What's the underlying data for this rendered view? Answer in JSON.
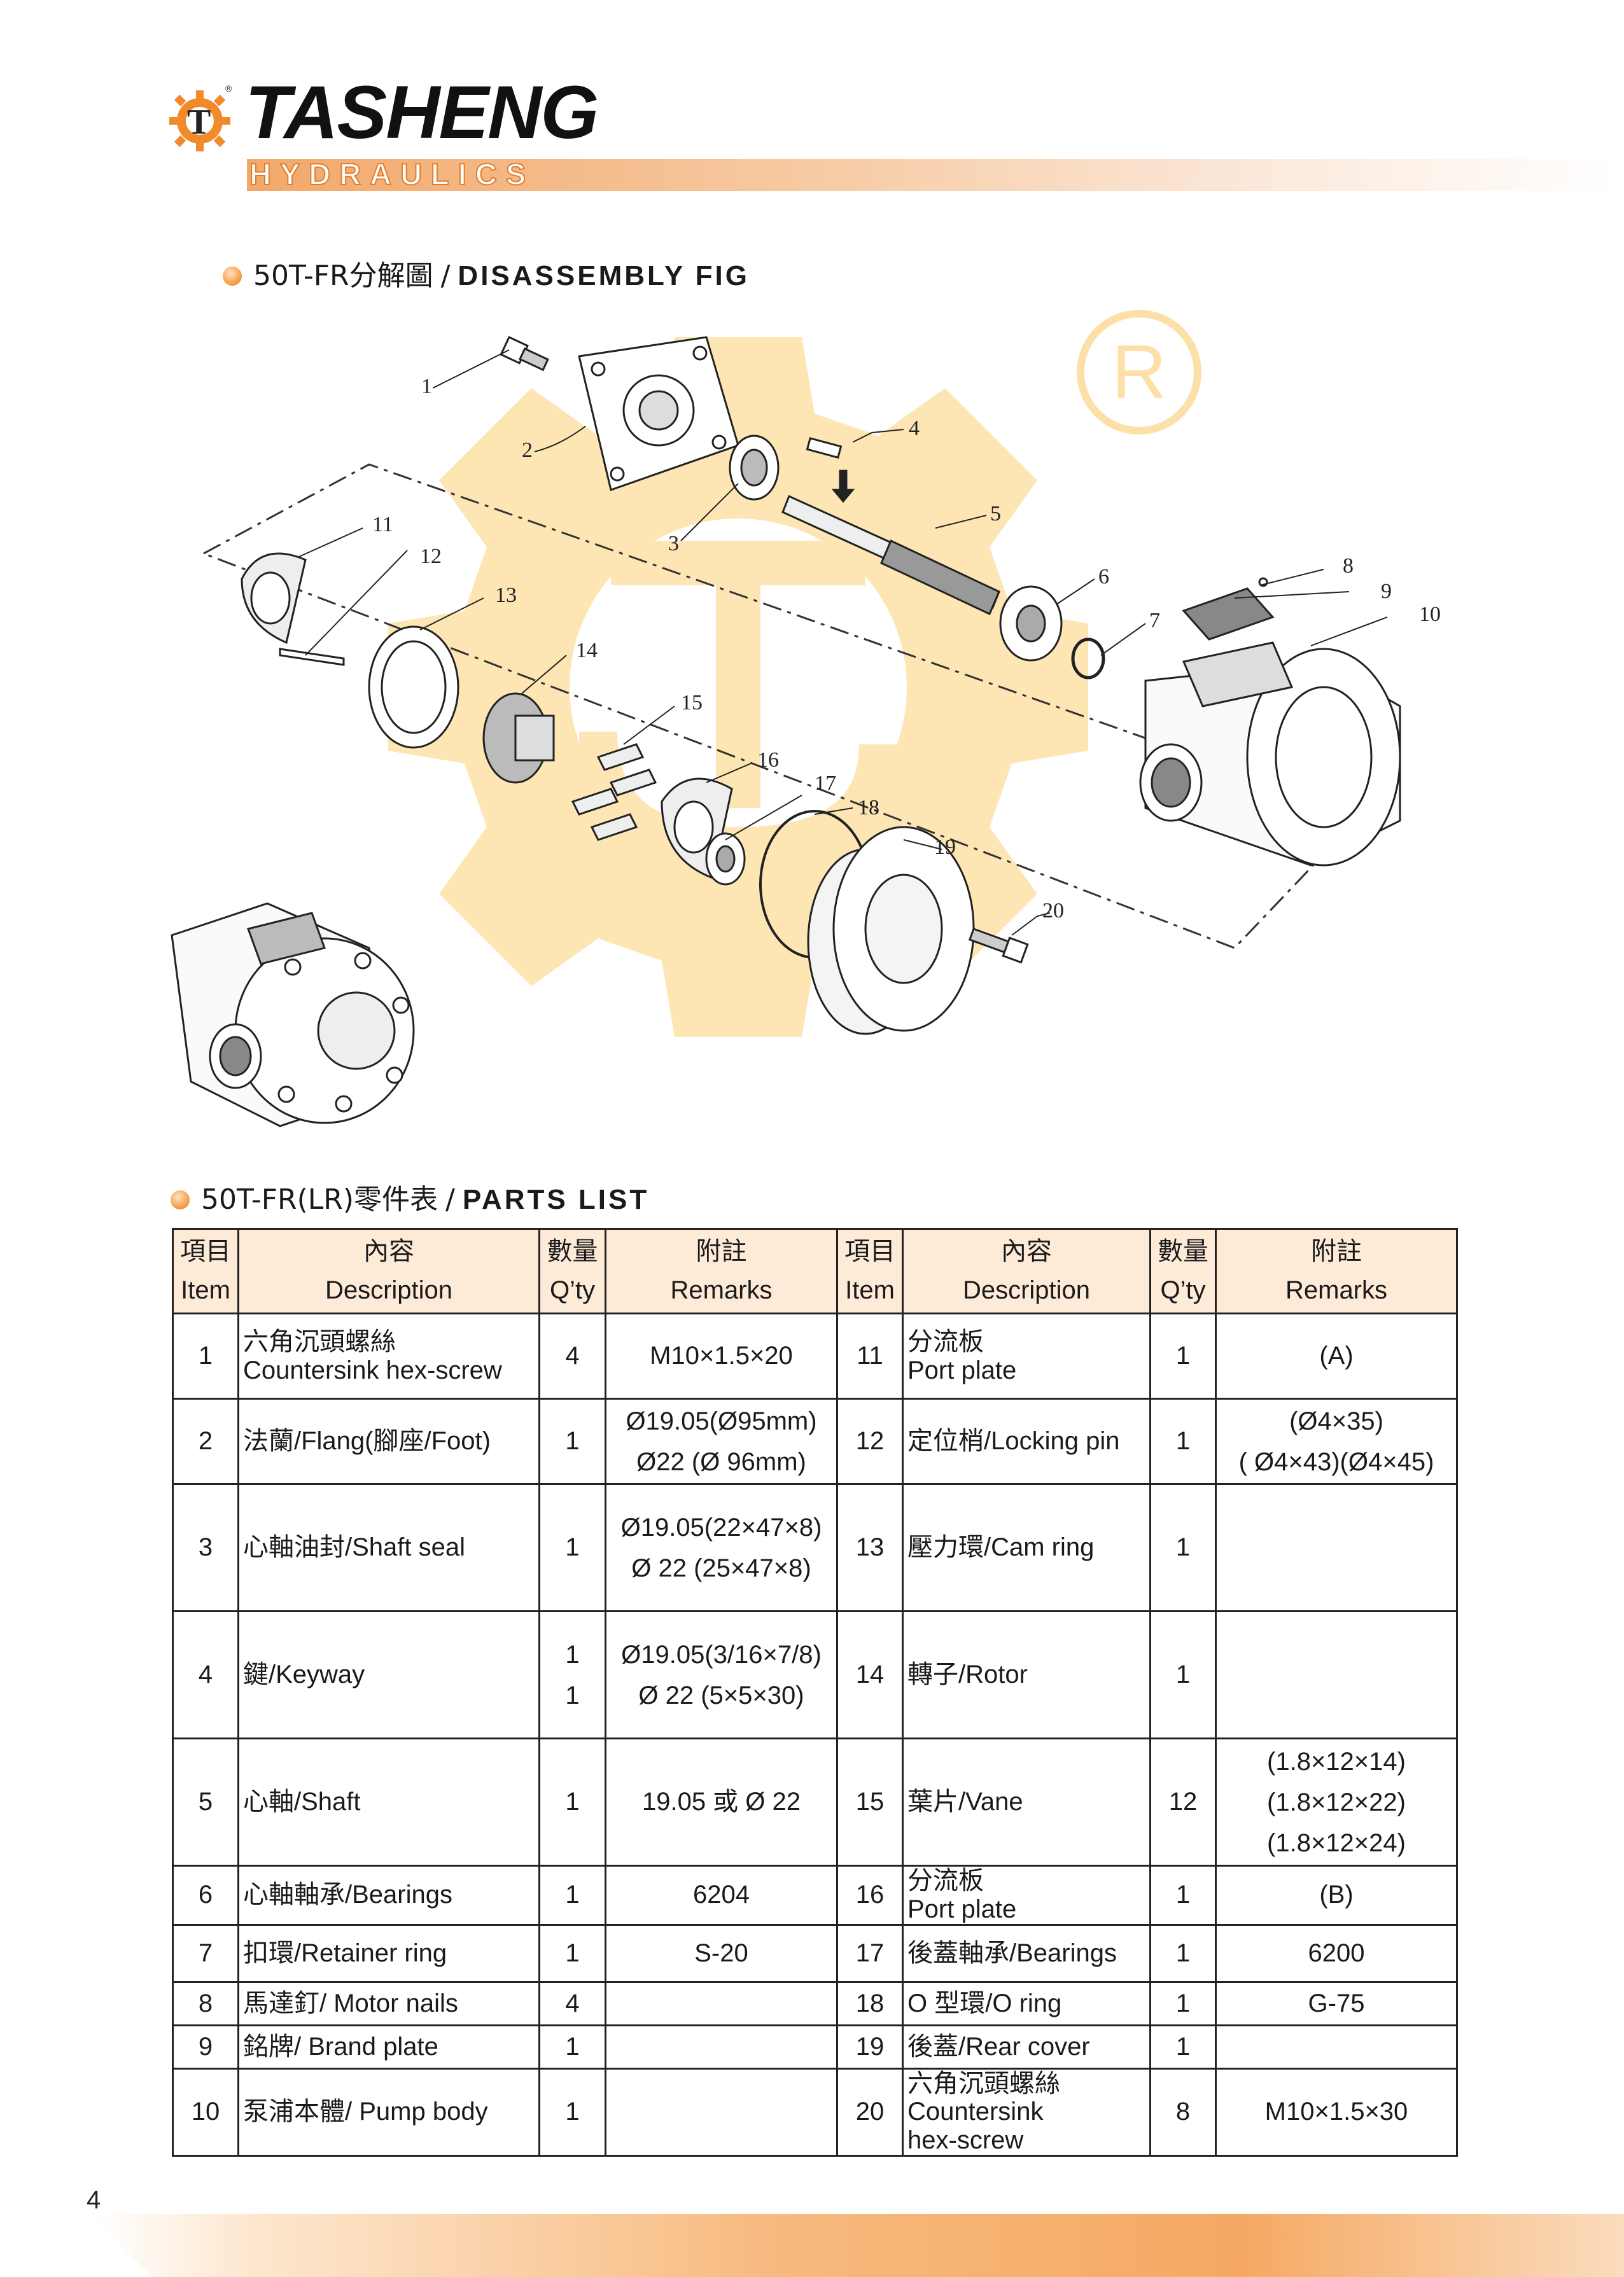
{
  "header": {
    "brand_name": "TASHENG",
    "brand_sub": "HYDRAULICS",
    "logo_icon": "gear-ts-logo-icon",
    "colors": {
      "accent": "#f0923c",
      "bar_light": "#fbe5d4",
      "table_header": "#fdebd8",
      "watermark": "#fde6b3"
    }
  },
  "disassembly": {
    "title_cn": "50T-FR分解圖",
    "sep": "/",
    "title_en": "DISASSEMBLY FIG",
    "callouts": [
      "1",
      "2",
      "3",
      "4",
      "5",
      "6",
      "7",
      "8",
      "9",
      "10",
      "11",
      "12",
      "13",
      "14",
      "15",
      "16",
      "17",
      "18",
      "19",
      "20"
    ],
    "watermark_mark": "®"
  },
  "parts": {
    "title_cn": "50T-FR(LR)零件表",
    "sep": "/",
    "title_en": "PARTS LIST",
    "headers": {
      "item_cn": "項目",
      "item_en": "Item",
      "desc_cn": "內容",
      "desc_en": "Description",
      "qty_cn": "數量",
      "qty_en": "Q’ty",
      "rem_cn": "附註",
      "rem_en": "Remarks"
    },
    "rows": [
      {
        "l_item": "1",
        "l_desc_1": "六角沉頭螺絲",
        "l_desc_2": "Countersink hex-screw",
        "l_qty": "4",
        "l_rem_1": "M10×1.5×20",
        "r_item": "11",
        "r_desc_1": "分流板",
        "r_desc_2": "Port plate",
        "r_qty": "1",
        "r_rem_1": "(A)"
      },
      {
        "l_item": "2",
        "l_desc": "法蘭/Flang(腳座/Foot)",
        "l_qty": "1",
        "l_rem_1": "Ø19.05(Ø95mm)",
        "l_rem_2": "Ø22 (Ø 96mm)",
        "r_item": "12",
        "r_desc": "定位梢/Locking pin",
        "r_qty": "1",
        "r_rem_1": "(Ø4×35)",
        "r_rem_2": "( Ø4×43)(Ø4×45)"
      },
      {
        "l_item": "3",
        "l_desc": "心軸油封/Shaft seal",
        "l_qty": "1",
        "l_rem_1": "Ø19.05(22×47×8)",
        "l_rem_2": "Ø 22 (25×47×8)",
        "r_item": "13",
        "r_desc": "壓力環/Cam ring",
        "r_qty": "1"
      },
      {
        "l_item": "4",
        "l_desc": "鍵/Keyway",
        "l_qty_1": "1",
        "l_qty_2": "1",
        "l_rem_1": "Ø19.05(3/16×7/8)",
        "l_rem_2": "Ø 22 (5×5×30)",
        "r_item": "14",
        "r_desc": "轉子/Rotor",
        "r_qty": "1"
      },
      {
        "l_item": "5",
        "l_desc": "心軸/Shaft",
        "l_qty": "1",
        "l_rem_1": "19.05 或 Ø 22",
        "r_item": "15",
        "r_desc": "葉片/Vane",
        "r_qty": "12",
        "r_rem_1": "(1.8×12×14)",
        "r_rem_2": "(1.8×12×22)",
        "r_rem_3": "(1.8×12×24)"
      },
      {
        "l_item": "6",
        "l_desc": "心軸軸承/Bearings",
        "l_qty": "1",
        "l_rem_1": "6204",
        "r_item": "16",
        "r_desc_1": "分流板",
        "r_desc_2": "Port plate",
        "r_qty": "1",
        "r_rem_1": "(B)"
      },
      {
        "l_item": "7",
        "l_desc": "扣環/Retainer ring",
        "l_qty": "1",
        "l_rem_1": "S-20",
        "r_item": "17",
        "r_desc": "後蓋軸承/Bearings",
        "r_qty": "1",
        "r_rem_1": "6200"
      },
      {
        "l_item": "8",
        "l_desc": "馬達釘/ Motor nails",
        "l_qty": "4",
        "r_item": "18",
        "r_desc": "O 型環/O ring",
        "r_qty": "1",
        "r_rem_1": "G-75"
      },
      {
        "l_item": "9",
        "l_desc": "銘牌/ Brand plate",
        "l_qty": "1",
        "r_item": "19",
        "r_desc": "後蓋/Rear cover",
        "r_qty": "1"
      },
      {
        "l_item": "10",
        "l_desc": "泵浦本體/ Pump body",
        "l_qty": "1",
        "r_item": "20",
        "r_desc_1": "六角沉頭螺絲",
        "r_desc_2": "Countersink",
        "r_desc_3": "hex-screw",
        "r_qty": "8",
        "r_rem_1": "M10×1.5×30"
      }
    ]
  },
  "footer": {
    "page_number": "4"
  }
}
